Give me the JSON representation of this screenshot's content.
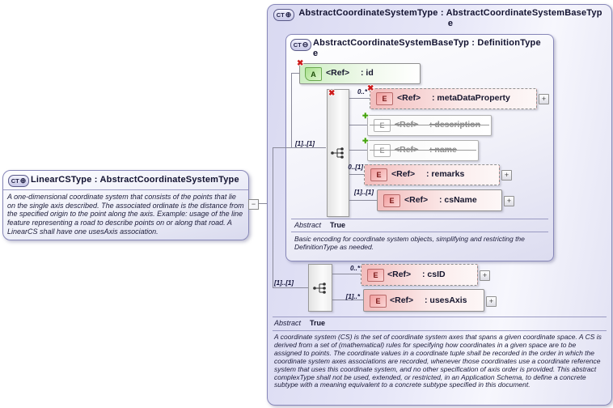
{
  "icons": {
    "type_label": "CT",
    "expand_symbol": "⊕",
    "restrict_symbol": "⊖",
    "prohibited": "✖",
    "added": "✚",
    "expand_button": "+",
    "collapse_button": "−",
    "element_letter": "E",
    "attribute_letter": "A"
  },
  "left_box": {
    "title": "LinearCSType : AbstractCoordinateSystemType",
    "annotation": "A one-dimensional coordinate system that consists of the points that lie on the single axis described. The associated ordinate is the distance from the specified origin to the point along the axis. Example: usage of the line feature representing a road to describe points on or along that road. A LinearCS shall have one usesAxis association."
  },
  "outer_box": {
    "title_line1": "AbstractCoordinateSystemType : AbstractCoordinateSystemBaseTyp",
    "title_line2": "e",
    "sequence_cardinality": "[1]..[1]",
    "abstract_label": "Abstract",
    "abstract_value": "True",
    "annotation": "A coordinate system (CS) is the set of coordinate system axes that spans a given coordinate space. A CS is derived from a set of (mathematical) rules for specifying how coordinates in a given space are to be assigned to points. The coordinate values in a coordinate tuple shall be recorded in the order in which the coordinate system axes associations are recorded, whenever those coordinates use a coordinate reference system that uses this coordinate system, and no other specification of axis order is provided. This abstract complexType shall not be used, extended, or restricted, in an Application Schema, to define a concrete subtype with a meaning equivalent to a concrete subtype specified in this document.",
    "elements": [
      {
        "cardinality": "0..*",
        "name": "<Ref>",
        "type": ": csID"
      },
      {
        "cardinality": "[1]..*",
        "name": "<Ref>",
        "type": ": usesAxis"
      }
    ]
  },
  "inner_box": {
    "title_line1": "AbstractCoordinateSystemBaseTyp : DefinitionType",
    "title_line2": "e",
    "attribute": {
      "name": "<Ref>",
      "type": ": id"
    },
    "sequence_cardinality": "[1]..[1]",
    "abstract_label": "Abstract",
    "abstract_value": "True",
    "annotation": "Basic encoding for coordinate system objects, simplifying and restricting the DefinitionType as needed.",
    "elements": [
      {
        "cardinality": "0..*",
        "name": "<Ref>",
        "type": ": metaDataProperty"
      },
      {
        "cardinality": "",
        "name": "<Ref>",
        "type": ": description"
      },
      {
        "cardinality": "",
        "name": "<Ref>",
        "type": ": name"
      },
      {
        "cardinality": "0..[1]",
        "name": "<Ref>",
        "type": ": remarks"
      },
      {
        "cardinality": "[1]..[1]",
        "name": "<Ref>",
        "type": ": csName"
      }
    ]
  }
}
